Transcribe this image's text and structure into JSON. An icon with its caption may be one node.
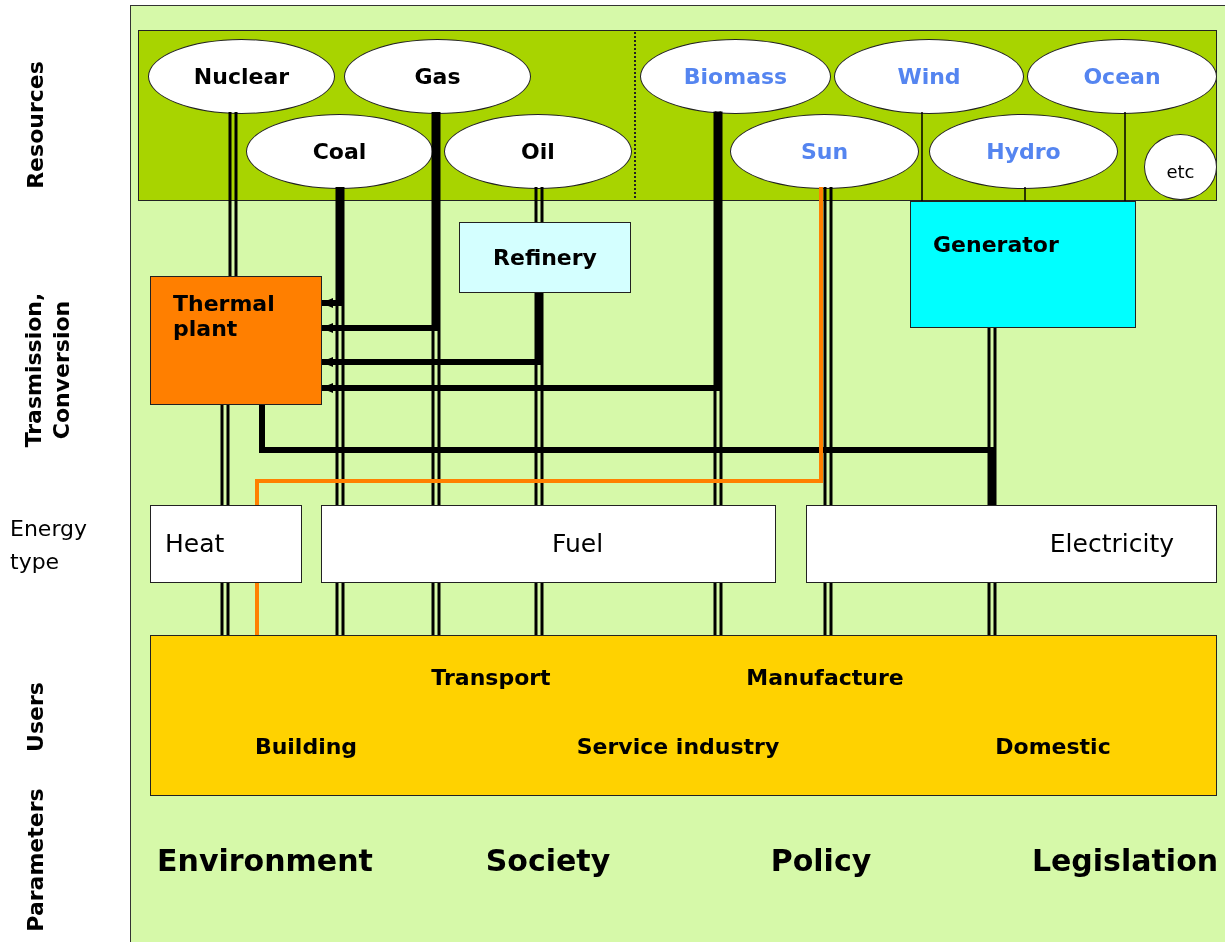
{
  "diagram": {
    "nodes": [
      {
        "text": [],
        "shape": "box"
      },
      {
        "text": [
          "Nuclear"
        ],
        "in": 0
      },
      {
        "text": [
          "Gas"
        ],
        "in": 0
      },
      {
        "text": [
          "Coal"
        ],
        "in": 0
      },
      {
        "text": [
          "Oil"
        ],
        "in": 0
      },
      {
        "text": [
          "Biomass"
        ],
        "in": 0
      },
      {
        "text": [
          "Wind"
        ],
        "in": 0
      },
      {
        "text": [
          "Ocean"
        ],
        "in": 0
      },
      {
        "text": [
          "Sun"
        ],
        "in": 0
      },
      {
        "text": [
          "Hydro"
        ],
        "in": 0
      },
      {
        "text": [
          "etc"
        ],
        "in": 0
      },
      {
        "text": [
          "Refinery"
        ]
      },
      {
        "text": [
          "Thermal plant"
        ]
      },
      {
        "text": [
          "Generator"
        ]
      },
      {
        "text": [
          "Heat"
        ]
      },
      {
        "text": [
          "Fuel"
        ]
      },
      {
        "text": [
          "Electricity"
        ]
      },
      {
        "text": [
          "Transport",
          "Manufacture",
          "Building",
          "Service industry",
          "Domestic"
        ]
      }
    ],
    "edges": [
      {
        "from": 1,
        "to": 12,
        "arrow": "none"
      },
      {
        "from": 12,
        "to": 14,
        "arrow": "none"
      },
      {
        "from": 14,
        "to": 17,
        "arrow": "none"
      },
      {
        "from": 3,
        "to": 15,
        "arrow": "none"
      },
      {
        "from": 15,
        "to": 17,
        "arrow": "none"
      },
      {
        "from": 2,
        "to": 15,
        "arrow": "none"
      },
      {
        "from": 15,
        "to": 17,
        "arrow": "none"
      },
      {
        "from": 4,
        "to": 11,
        "arrow": "none"
      },
      {
        "from": 11,
        "to": 15,
        "arrow": "none"
      },
      {
        "from": 15,
        "to": 17,
        "arrow": "none"
      },
      {
        "from": 5,
        "to": 15,
        "arrow": "none"
      },
      {
        "from": 15,
        "to": 17,
        "arrow": "none"
      },
      {
        "from": 8,
        "to": 16,
        "arrow": "none"
      },
      {
        "from": 16,
        "to": 17,
        "arrow": "none"
      },
      {
        "from": 13,
        "to": 16,
        "arrow": "none"
      },
      {
        "from": 16,
        "to": 17,
        "arrow": "none"
      },
      {
        "from": 3,
        "to": 12,
        "arrow": "to",
        "style": "thick"
      },
      {
        "from": 2,
        "to": 12,
        "arrow": "to",
        "style": "thick"
      },
      {
        "from": 11,
        "to": 12,
        "arrow": "to",
        "style": "thick"
      },
      {
        "from": 5,
        "to": 12,
        "arrow": "to",
        "style": "thick"
      },
      {
        "from": 12,
        "to": 16,
        "arrow": "none",
        "style": "thick"
      },
      {
        "from": 8,
        "to": 14,
        "arrow": "none",
        "color": "#ff8000"
      },
      {
        "from": 14,
        "to": 17,
        "arrow": "none",
        "color": "#ff8000"
      },
      {
        "from": 6,
        "to": 13,
        "arrow": "none"
      },
      {
        "from": 9,
        "to": 13,
        "arrow": "none"
      },
      {
        "from": 7,
        "to": 13,
        "arrow": "none"
      }
    ],
    "labels": [
      "Resources",
      "Trasmission, Conversion",
      "Energy type",
      "Users",
      "Parameters",
      "Environment",
      "Society",
      "Policy",
      "Legislation"
    ]
  }
}
